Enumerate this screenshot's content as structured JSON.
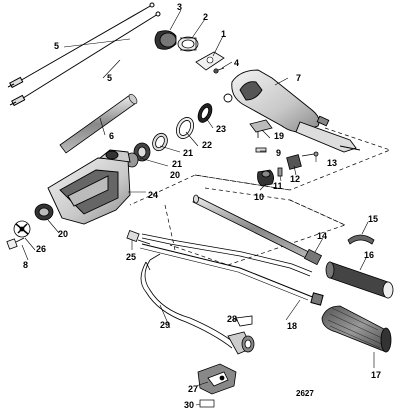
{
  "figure_id": "2627",
  "callouts": {
    "c1": "1",
    "c2": "2",
    "c3": "3",
    "c4": "4",
    "c5a": "5",
    "c5b": "5",
    "c6": "6",
    "c7": "7",
    "c8": "8",
    "c9": "9",
    "c10": "10",
    "c11": "11",
    "c12": "12",
    "c13": "13",
    "c14": "14",
    "c15": "15",
    "c16": "16",
    "c17": "17",
    "c18": "18",
    "c19": "19",
    "c20a": "20",
    "c20b": "20",
    "c21a": "21",
    "c21b": "21",
    "c22": "22",
    "c23": "23",
    "c24": "24",
    "c25": "25",
    "c26": "26",
    "c27": "27",
    "c28": "28",
    "c29": "29",
    "c30": "30"
  }
}
